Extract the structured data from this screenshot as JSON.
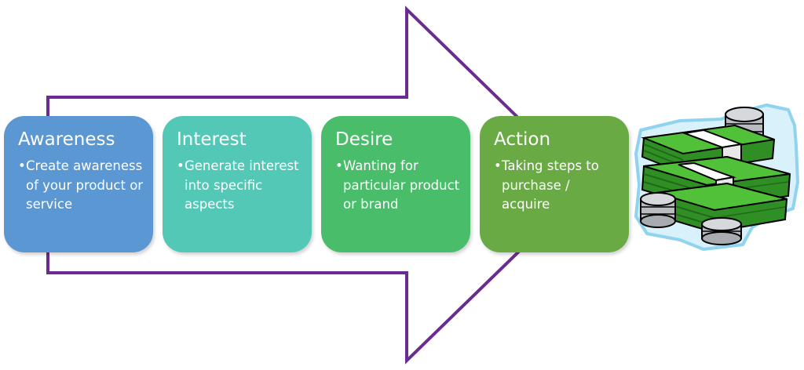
{
  "diagram": {
    "arrow_color": "#6b2c8f",
    "stages": [
      {
        "title": "Awareness",
        "color": "#5b97d2",
        "bullet": "•",
        "text": "Create awareness of your product or service"
      },
      {
        "title": "Interest",
        "color": "#53c8b7",
        "bullet": "•",
        "text": "Generate interest into specific aspects"
      },
      {
        "title": "Desire",
        "color": "#4abd6b",
        "bullet": "•",
        "text": "Wanting for particular product or brand"
      },
      {
        "title": "Action",
        "color": "#6aaa45",
        "bullet": "•",
        "text": "Taking steps to purchase / acquire"
      }
    ],
    "end_image": {
      "icon": "money-stack-icon",
      "money_color": "#49b833",
      "coin_color": "#c4c8cc",
      "outline_color": "#8fd3ef"
    }
  }
}
